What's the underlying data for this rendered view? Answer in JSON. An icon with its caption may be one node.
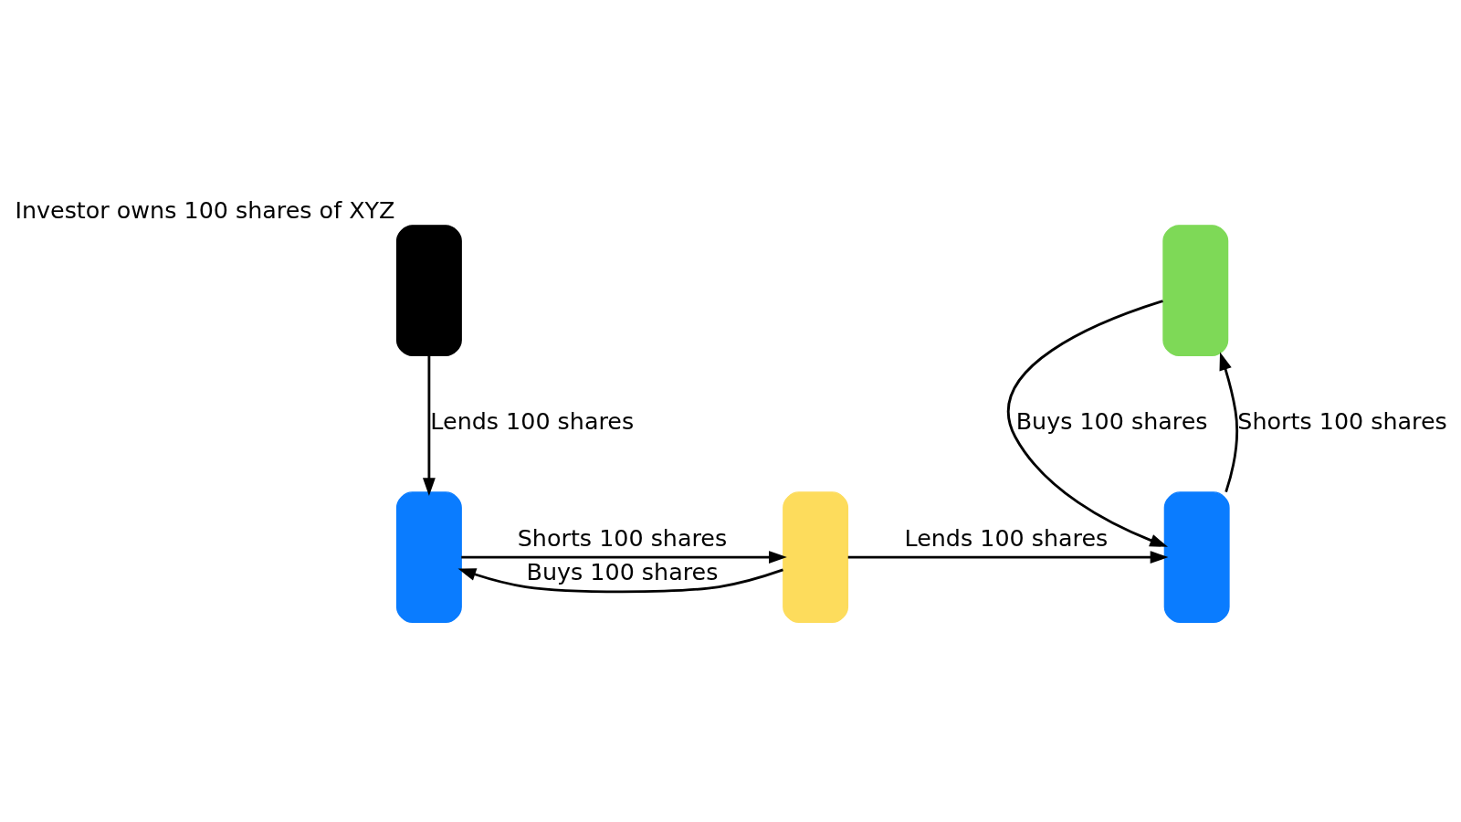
{
  "diagram": {
    "nodes": [
      {
        "text": [],
        "shape": "person",
        "beside": [
          "Investor owns 100 shares of XYZ"
        ]
      },
      {
        "text": [],
        "shape": "person"
      },
      {
        "text": [],
        "shape": "person"
      },
      {
        "text": [],
        "shape": "person"
      },
      {
        "text": [],
        "shape": "person"
      }
    ],
    "edges": [
      {
        "from": 0,
        "to": 1,
        "arrow": "to",
        "label": "Lends 100 shares"
      },
      {
        "from": 1,
        "to": 2,
        "arrow": "to",
        "label": "Shorts 100 shares"
      },
      {
        "from": 2,
        "to": 1,
        "arrow": "to",
        "label": "Buys 100 shares"
      },
      {
        "from": 2,
        "to": 3,
        "arrow": "to",
        "label": "Lends 100 shares"
      },
      {
        "from": 3,
        "to": 4,
        "arrow": "to",
        "label": "Shorts 100 shares"
      },
      {
        "from": 4,
        "to": 3,
        "arrow": "to",
        "label": "Buys 100 shares"
      }
    ]
  }
}
